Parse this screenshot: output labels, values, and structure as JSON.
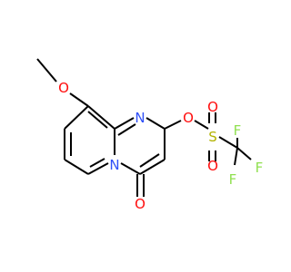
{
  "molecule": {
    "labels": {
      "o_methoxy": "O",
      "n_ring": "N",
      "n_bridge": "N",
      "o_carbonyl": "O",
      "o_ester": "O",
      "s": "S",
      "o_s_top": "O",
      "o_s_bottom": "O",
      "f_top": "F",
      "f_left": "F",
      "f_right": "F"
    },
    "colors": {
      "oxygen": "#ff0d0d",
      "nitrogen": "#3050f8",
      "sulfur": "#b2b200",
      "fluorine": "#90e050",
      "bond": "#000000"
    }
  }
}
